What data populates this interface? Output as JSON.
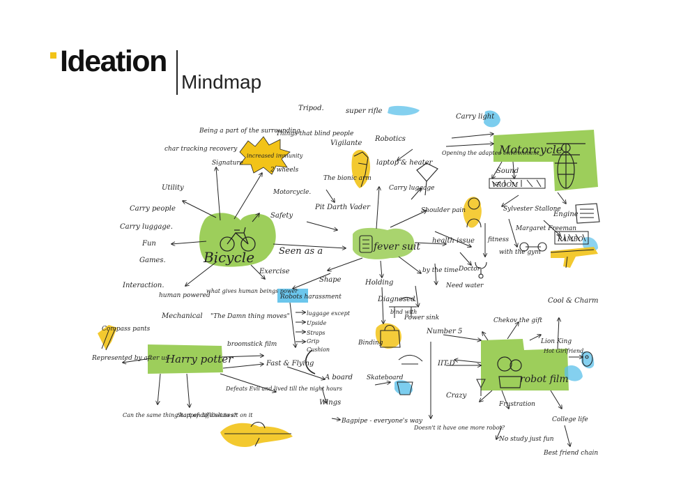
{
  "header": {
    "brand": "Ideation",
    "subtitle": "Mindmap"
  },
  "colors": {
    "accent_yellow": "#f2c318",
    "hub_green": "#8cc63e",
    "sticky_blue": "#5bc0ea",
    "ink": "#222222"
  },
  "hubs": {
    "bicycle": "Bicycle",
    "motorcycle": "Motorcycle",
    "fever_suit": "fever suit",
    "harry_potter": "Harry potter",
    "robot_film": "robot film",
    "robots": "Robots harassment"
  },
  "notes": {
    "tripod": "Tripod.",
    "super_rifle": "super rifle",
    "carry_light": "Carry light",
    "being_part": "Being a part of the surrounding",
    "things_that": "Things that blind people",
    "char_tracking": "char tracking recovery",
    "vigilante": "Vigilante",
    "robotics": "Robotics",
    "increased_immunity": "increased immunity",
    "signature": "Signature",
    "wheels": "2 wheels",
    "motorcycle_small": "Motorcycle.",
    "laptop_heater": "laptop & heater",
    "the_bionic": "The bionic arm",
    "carry_luggage": "Carry luggage",
    "opening_env": "Opening the adapted environment",
    "sound": "Sound",
    "vroom": "VROOM",
    "utility": "Utility",
    "carry_people": "Carry people",
    "carry_luggage2": "Carry luggage.",
    "fun": "Fun",
    "games": "Games.",
    "interaction": "Interaction.",
    "pit_darth": "Pit Darth Vader",
    "safety": "Safety",
    "seen_as": "Seen as a",
    "shoulder_pain": "Shoulder pain",
    "health_issue": "health issue",
    "fitness": "fitness",
    "sylvester": "Sylvester Stallone",
    "engine": "Engine",
    "margaret": "Margaret Freeman",
    "rambo": "RAMBO",
    "with_the_gym": "with the gym",
    "doctor": "Doctor",
    "by_the_time": "by the time",
    "need_water": "Need water",
    "exercise": "Exercise",
    "shape": "Shape",
    "holding": "Holding",
    "diagnosed": "Diagnosed",
    "human_powered": "human powered",
    "what_gives": "what gives human beings power",
    "mechanical": "Mechanical",
    "the_damn_thing": "\"The Damn thing moves\"",
    "luggage_except": "luggage except",
    "upside": "Upside",
    "straps": "Straps",
    "grip": "Grip",
    "cushion": "Cushion",
    "power_sink": "Power sink",
    "binding": "Binding",
    "bind_with": "bind with",
    "cool_charm": "Cool & Charm",
    "number": "Number 5",
    "chekov": "Chekov the gift",
    "lion_king": "Lion King",
    "hot_girlfriend": "Hot Girlfriend",
    "compass_pants": "Compass pants",
    "represented": "Represented by after us",
    "broomstick": "broomstick film",
    "fast_flying": "Fast & Flying",
    "a_board": "A board",
    "skateboard": "Skateboard",
    "wings": "Wings",
    "bagpipe": "Bagpipe - everyone's way",
    "iit_d": "IIT-D",
    "crazy": "Crazy",
    "frustration": "Frustration",
    "college_life": "College life",
    "no_study": "No study just fun",
    "best_friend": "Best friend chain",
    "doesnt_it": "Doesn't it have one more robot?",
    "defeats": "Defeats Evil and lived till the night hours",
    "can_the_same": "Can the same thing happen to diseases?",
    "start_of": "Start of difficult to sit on it"
  }
}
